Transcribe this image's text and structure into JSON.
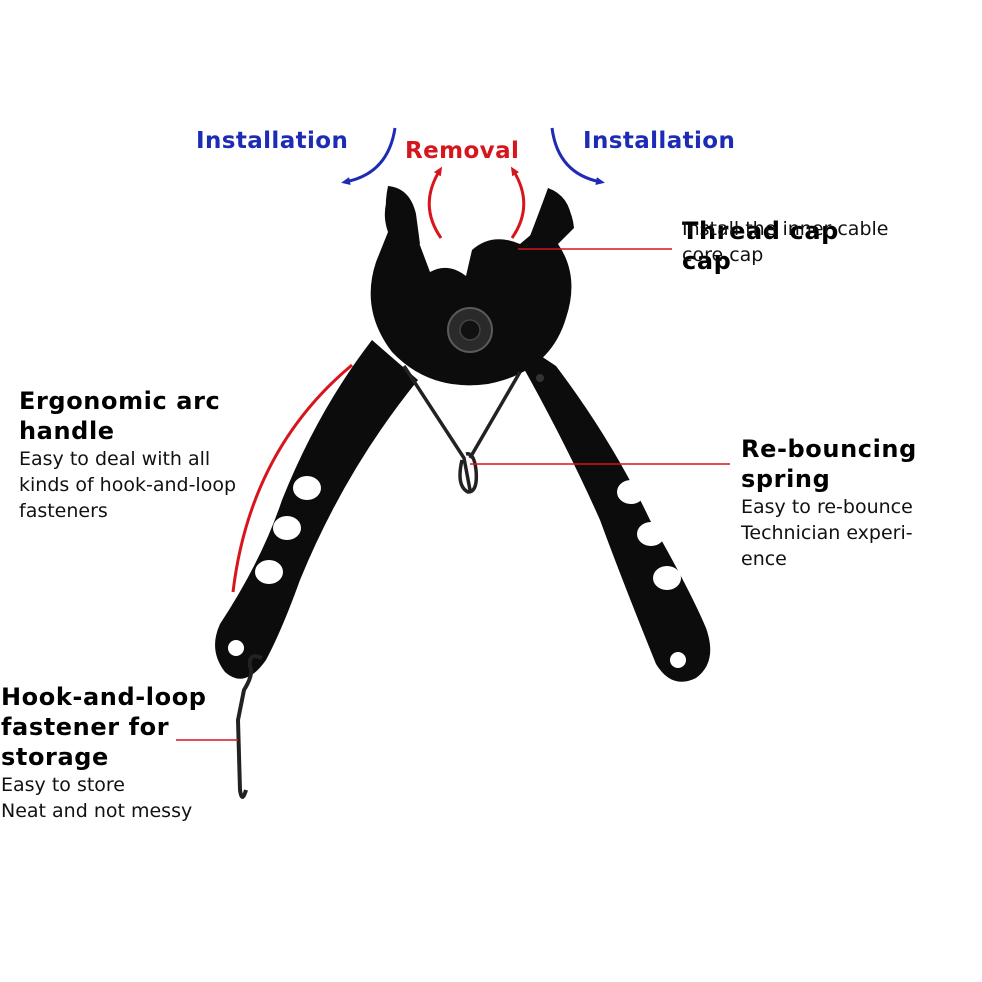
{
  "colors": {
    "install_blue": "#1e2cb5",
    "removal_red": "#d7151d",
    "tool_black": "#0c0c0c",
    "leader_red": "#d7151d"
  },
  "top": {
    "install_left": "Installation",
    "removal": "Removal",
    "install_right": "Installation"
  },
  "callouts": {
    "thread_cap": {
      "title": "Thread cap cap",
      "line1": "Install the inner cable",
      "line2": "core cap"
    },
    "arc_handle": {
      "title1": "Ergonomic arc",
      "title2": "handle",
      "line1": "Easy to deal with all",
      "line2": "kinds of hook-and-loop",
      "line3": "fasteners"
    },
    "spring": {
      "title1": "Re-bouncing",
      "title2": "spring",
      "line1": "Easy to re-bounce",
      "line2": "Technician experi-",
      "line3": "ence"
    },
    "storage": {
      "title1": "Hook-and-loop",
      "title2": "fastener for",
      "title3": "storage",
      "line1": "Easy to store",
      "line2": "Neat and not messy"
    }
  }
}
